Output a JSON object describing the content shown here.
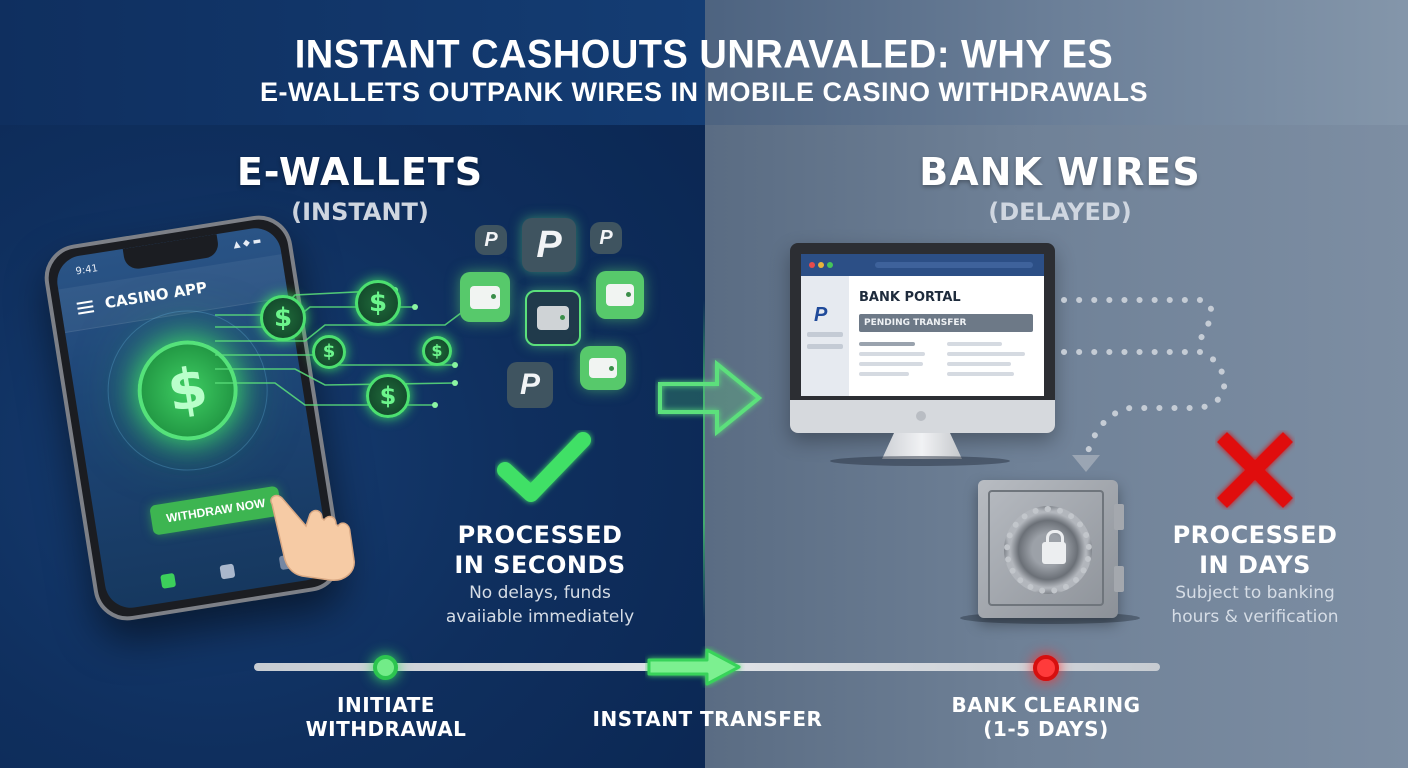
{
  "header": {
    "title_line1": "INSTANT CASHOUTS UNRAVALED: WHY ES",
    "title_line2": "E-WALLETS OUTPANK WIRES IN MOBILE CASINO WITHDRAWALS"
  },
  "colors": {
    "left_bg": "#0f2f5e",
    "right_bg": "#6f8197",
    "accent_green": "#3ee066",
    "accent_red": "#e01010"
  },
  "left_panel": {
    "heading": "E-WALLETS",
    "subheading": "(INSTANT)",
    "phone": {
      "status_time": "9:41",
      "status_icons": "▲ ◆ ▬",
      "app_title": "CASINO APP",
      "coin_symbol": "$",
      "withdraw_button": "WITHDRAW NOW"
    },
    "icons": {
      "paypal_glyph": "P",
      "coin_symbol": "$"
    },
    "status": {
      "icon": "check-mark",
      "title_line1": "PROCESSED",
      "title_line2": "IN SECONDS",
      "desc_line1": "No delays, funds",
      "desc_line2": "avaiiable immediately"
    }
  },
  "right_panel": {
    "heading": "BANK WIRES",
    "subheading": "(DELAYED)",
    "monitor": {
      "logo_glyph": "P",
      "portal_title": "BANK PORTAL",
      "pending_label": "PENDING TRANSFER"
    },
    "status": {
      "icon": "x-mark",
      "title_line1": "PROCESSED",
      "title_line2": "IN DAYS",
      "desc_line1": "Subject to banking",
      "desc_line2": "hours & verification"
    }
  },
  "timeline": {
    "steps": [
      {
        "line1": "INITIATE",
        "line2": "WITHDRAWAL",
        "marker": "green-dot"
      },
      {
        "line1": "INSTANT TRANSFER",
        "line2": "",
        "marker": "green-arrow"
      },
      {
        "line1": "BANK CLEARING",
        "line2": "(1-5 DAYS)",
        "marker": "red-dot"
      }
    ]
  }
}
